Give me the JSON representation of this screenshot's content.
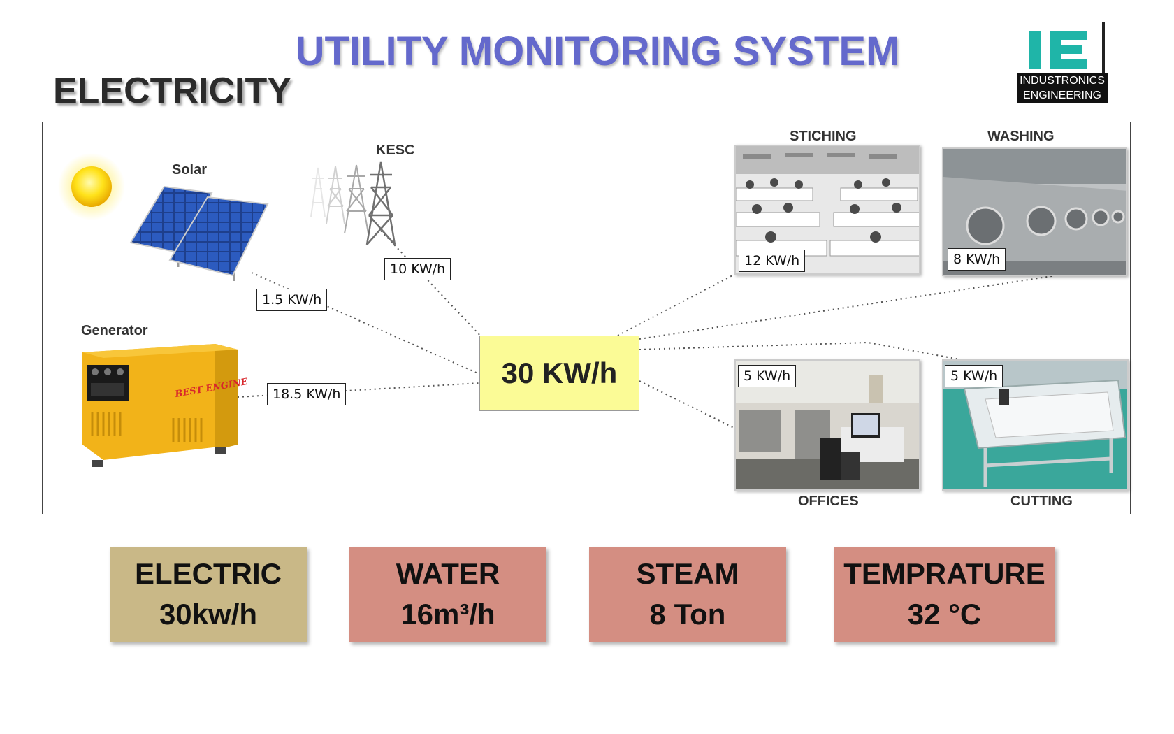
{
  "header": {
    "title": "UTILITY MONITORING SYSTEM",
    "section": "ELECTRICITY"
  },
  "logo": {
    "mark": "IE",
    "line1": "INDUSTRONICS",
    "line2": "ENGINEERING"
  },
  "sources": {
    "solar": {
      "label": "Solar",
      "reading": "1.5 KW/h"
    },
    "kesc": {
      "label": "KESC",
      "reading": "10 KW/h"
    },
    "generator": {
      "label": "Generator",
      "reading": "18.5 KW/h",
      "brand": "BEST ENGINE"
    }
  },
  "hub": {
    "total": "30 KW/h"
  },
  "departments": {
    "stitching": {
      "label": "STICHING",
      "reading": "12 KW/h"
    },
    "washing": {
      "label": "WASHING",
      "reading": "8 KW/h"
    },
    "offices": {
      "label": "OFFICES",
      "reading": "5 KW/h"
    },
    "cutting": {
      "label": "CUTTING",
      "reading": "5 KW/h"
    }
  },
  "summary": {
    "electric": {
      "name": "ELECTRIC",
      "value": "30kw/h"
    },
    "water": {
      "name": "WATER",
      "value": "16m³/h"
    },
    "steam": {
      "name": "STEAM",
      "value": "8 Ton"
    },
    "temperature": {
      "name": "TEMPRATURE",
      "value": "32 °C"
    }
  },
  "colors": {
    "title": "#6469cc",
    "hub": "#fbfb96",
    "electric_card": "#c9b887",
    "other_cards": "#d48e82",
    "logo_teal": "#1fb5a8"
  }
}
